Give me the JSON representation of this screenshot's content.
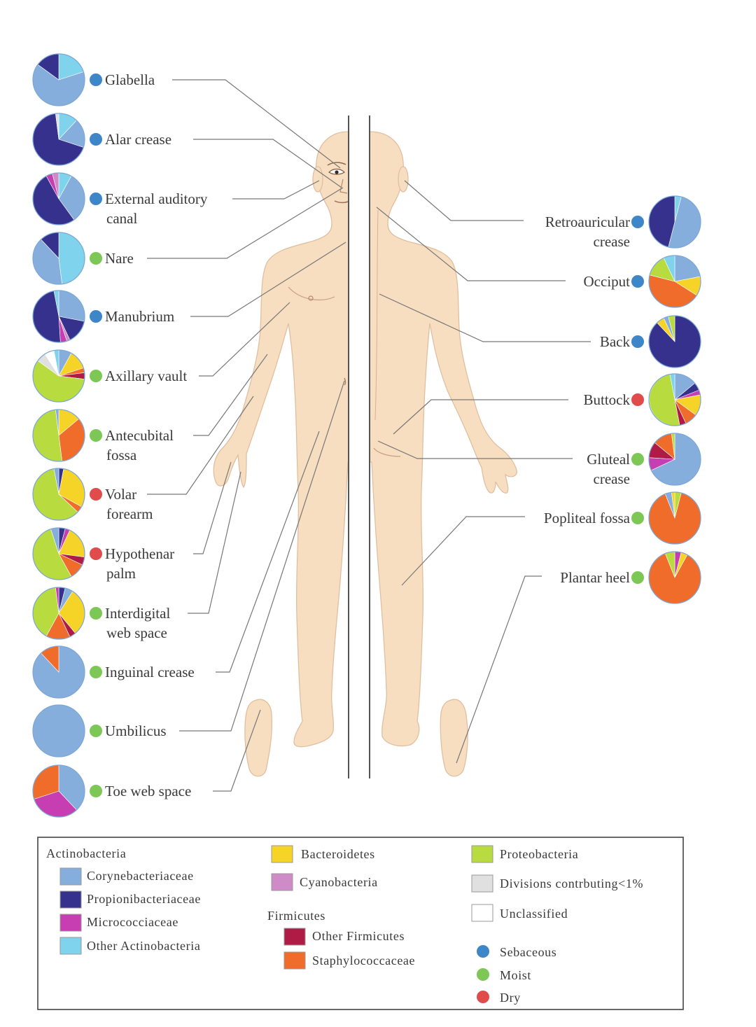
{
  "colors": {
    "corynebacteriaceae": "#86aedd",
    "propionibacteriaceae": "#35318c",
    "micrococciaceae": "#c63eb1",
    "other_actinobacteria": "#7fd3ec",
    "bacteroidetes": "#f6d327",
    "cyanobacteria": "#cf8ac8",
    "other_firmicutes": "#b01b46",
    "staphylococcaceae": "#ef6c2b",
    "proteobacteria": "#b8db3f",
    "divisions_lt1": "#e0e0e0",
    "unclassified": "#ffffff",
    "sebaceous": "#3d86c8",
    "moist": "#7cc755",
    "dry": "#e04c4c",
    "body_skin": "#f8dec0",
    "body_outline": "#e0bfa0"
  },
  "sites": [
    {
      "id": "glabella",
      "lines": [
        "Glabella"
      ],
      "env": "sebaceous",
      "side": "left",
      "slices": [
        [
          "other_actinobacteria",
          20
        ],
        [
          "corynebacteriaceae",
          65
        ],
        [
          "propionibacteriaceae",
          15
        ]
      ]
    },
    {
      "id": "alar-crease",
      "lines": [
        "Alar crease"
      ],
      "env": "sebaceous",
      "side": "left",
      "slices": [
        [
          "other_actinobacteria",
          12
        ],
        [
          "corynebacteriaceae",
          18
        ],
        [
          "propionibacteriaceae",
          68
        ],
        [
          "divisions_lt1",
          2
        ]
      ]
    },
    {
      "id": "external-auditory-canal",
      "lines": [
        "External auditory",
        "canal"
      ],
      "env": "sebaceous",
      "side": "left",
      "slices": [
        [
          "other_actinobacteria",
          8
        ],
        [
          "corynebacteriaceae",
          32
        ],
        [
          "propionibacteriaceae",
          52
        ],
        [
          "micrococciaceae",
          4
        ],
        [
          "cyanobacteria",
          4
        ]
      ]
    },
    {
      "id": "nare",
      "lines": [
        "Nare"
      ],
      "env": "moist",
      "side": "left",
      "slices": [
        [
          "other_actinobacteria",
          48
        ],
        [
          "corynebacteriaceae",
          40
        ],
        [
          "propionibacteriaceae",
          12
        ]
      ]
    },
    {
      "id": "manubrium",
      "lines": [
        "Manubrium"
      ],
      "env": "sebaceous",
      "side": "left",
      "slices": [
        [
          "corynebacteriaceae",
          28
        ],
        [
          "propionibacteriaceae",
          15
        ],
        [
          "cyanobacteria",
          2
        ],
        [
          "micrococciaceae",
          4
        ],
        [
          "propionibacteriaceae",
          48
        ],
        [
          "other_actinobacteria",
          3
        ]
      ]
    },
    {
      "id": "axillary-vault",
      "lines": [
        "Axillary vault"
      ],
      "env": "moist",
      "side": "left",
      "slices": [
        [
          "corynebacteriaceae",
          8
        ],
        [
          "bacteroidetes",
          12
        ],
        [
          "staphylococcaceae",
          3
        ],
        [
          "other_firmicutes",
          4
        ],
        [
          "proteobacteria",
          58
        ],
        [
          "divisions_lt1",
          6
        ],
        [
          "unclassified",
          6
        ],
        [
          "other_actinobacteria",
          3
        ]
      ]
    },
    {
      "id": "antecubital-fossa",
      "lines": [
        "Antecubital",
        "fossa"
      ],
      "env": "moist",
      "side": "left",
      "slices": [
        [
          "bacteroidetes",
          14
        ],
        [
          "staphylococcaceae",
          34
        ],
        [
          "proteobacteria",
          50
        ],
        [
          "corynebacteriaceae",
          2
        ]
      ]
    },
    {
      "id": "volar-forearm",
      "lines": [
        "Volar",
        "forearm"
      ],
      "env": "dry",
      "side": "left",
      "slices": [
        [
          "propionibacteriaceae",
          3
        ],
        [
          "bacteroidetes",
          30
        ],
        [
          "staphylococcaceae",
          4
        ],
        [
          "proteobacteria",
          60
        ],
        [
          "corynebacteriaceae",
          3
        ]
      ]
    },
    {
      "id": "hypothenar-palm",
      "lines": [
        "Hypothenar",
        "palm"
      ],
      "env": "dry",
      "side": "left",
      "slices": [
        [
          "propionibacteriaceae",
          4
        ],
        [
          "micrococciaceae",
          3
        ],
        [
          "bacteroidetes",
          20
        ],
        [
          "other_firmicutes",
          5
        ],
        [
          "staphylococcaceae",
          10
        ],
        [
          "proteobacteria",
          53
        ],
        [
          "corynebacteriaceae",
          5
        ]
      ]
    },
    {
      "id": "interdigital-web-space",
      "lines": [
        "Interdigital",
        "web space"
      ],
      "env": "moist",
      "side": "left",
      "slices": [
        [
          "propionibacteriaceae",
          4
        ],
        [
          "corynebacteriaceae",
          5
        ],
        [
          "bacteroidetes",
          30
        ],
        [
          "other_firmicutes",
          4
        ],
        [
          "staphylococcaceae",
          15
        ],
        [
          "proteobacteria",
          40
        ],
        [
          "micrococciaceae",
          2
        ]
      ]
    },
    {
      "id": "inguinal-crease",
      "lines": [
        "Inguinal crease"
      ],
      "env": "moist",
      "side": "left",
      "slices": [
        [
          "corynebacteriaceae",
          88
        ],
        [
          "staphylococcaceae",
          12
        ]
      ]
    },
    {
      "id": "umbilicus",
      "lines": [
        "Umbilicus"
      ],
      "env": "moist",
      "side": "left",
      "slices": [
        [
          "corynebacteriaceae",
          100
        ]
      ]
    },
    {
      "id": "toe-web-space",
      "lines": [
        "Toe web space"
      ],
      "env": "moist",
      "side": "left",
      "slices": [
        [
          "corynebacteriaceae",
          38
        ],
        [
          "micrococciaceae",
          32
        ],
        [
          "staphylococcaceae",
          30
        ]
      ]
    },
    {
      "id": "retroauricular-crease",
      "lines": [
        "Retroauricular",
        "crease"
      ],
      "env": "sebaceous",
      "side": "right",
      "slices": [
        [
          "other_actinobacteria",
          4
        ],
        [
          "corynebacteriaceae",
          50
        ],
        [
          "propionibacteriaceae",
          46
        ]
      ]
    },
    {
      "id": "occiput",
      "lines": [
        "Occiput"
      ],
      "env": "sebaceous",
      "side": "right",
      "slices": [
        [
          "corynebacteriaceae",
          22
        ],
        [
          "bacteroidetes",
          12
        ],
        [
          "staphylococcaceae",
          45
        ],
        [
          "proteobacteria",
          14
        ],
        [
          "other_actinobacteria",
          7
        ]
      ]
    },
    {
      "id": "back",
      "lines": [
        "Back"
      ],
      "env": "sebaceous",
      "side": "right",
      "slices": [
        [
          "propionibacteriaceae",
          88
        ],
        [
          "bacteroidetes",
          5
        ],
        [
          "corynebacteriaceae",
          3
        ],
        [
          "proteobacteria",
          4
        ]
      ]
    },
    {
      "id": "buttock",
      "lines": [
        "Buttock"
      ],
      "env": "dry",
      "side": "right",
      "slices": [
        [
          "corynebacteriaceae",
          14
        ],
        [
          "propionibacteriaceae",
          5
        ],
        [
          "micrococciaceae",
          3
        ],
        [
          "bacteroidetes",
          13
        ],
        [
          "staphylococcaceae",
          8
        ],
        [
          "other_firmicutes",
          4
        ],
        [
          "proteobacteria",
          50
        ],
        [
          "other_actinobacteria",
          3
        ]
      ]
    },
    {
      "id": "gluteal-crease",
      "lines": [
        "Gluteal",
        "crease"
      ],
      "env": "moist",
      "side": "right",
      "slices": [
        [
          "corynebacteriaceae",
          68
        ],
        [
          "micrococciaceae",
          8
        ],
        [
          "other_firmicutes",
          10
        ],
        [
          "staphylococcaceae",
          12
        ],
        [
          "proteobacteria",
          2
        ]
      ]
    },
    {
      "id": "popliteal-fossa",
      "lines": [
        "Popliteal fossa"
      ],
      "env": "moist",
      "side": "right",
      "slices": [
        [
          "proteobacteria",
          4
        ],
        [
          "staphylococcaceae",
          90
        ],
        [
          "corynebacteriaceae",
          4
        ],
        [
          "bacteroidetes",
          2
        ]
      ]
    },
    {
      "id": "plantar-heel",
      "lines": [
        "Plantar heel"
      ],
      "env": "moist",
      "side": "right",
      "slices": [
        [
          "micrococciaceae",
          4
        ],
        [
          "bacteroidetes",
          4
        ],
        [
          "staphylococcaceae",
          86
        ],
        [
          "proteobacteria",
          6
        ]
      ]
    }
  ],
  "legend": {
    "actinobacteria_heading": "Actinobacteria",
    "firmicutes_heading": "Firmicutes",
    "items": {
      "corynebacteriaceae": "Corynebacteriaceae",
      "propionibacteriaceae": "Propionibacteriaceae",
      "micrococciaceae": "Micrococciaceae",
      "other_actinobacteria": "Other Actinobacteria",
      "bacteroidetes": "Bacteroidetes",
      "cyanobacteria": "Cyanobacteria",
      "other_firmicutes": "Other Firmicutes",
      "staphylococcaceae": "Staphylococcaceae",
      "proteobacteria": "Proteobacteria",
      "divisions_lt1": "Divisions contrbuting<1%",
      "unclassified": "Unclassified"
    },
    "environments": {
      "sebaceous": "Sebaceous",
      "moist": "Moist",
      "dry": "Dry"
    }
  }
}
